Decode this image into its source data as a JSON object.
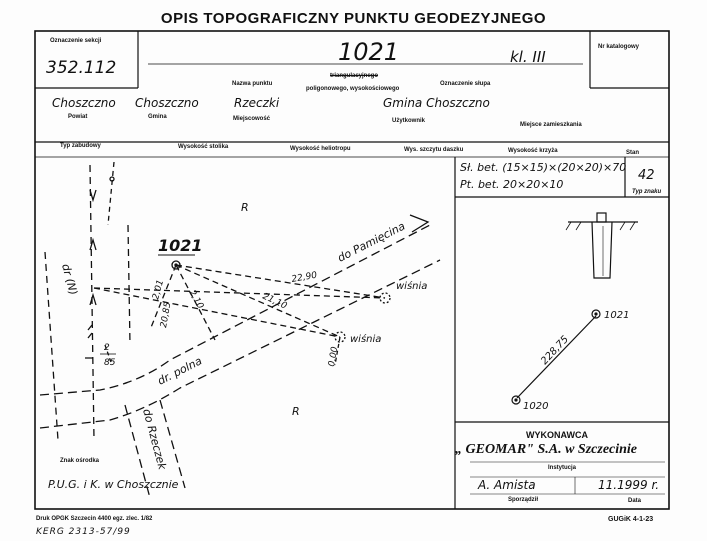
{
  "title": "OPIS TOPOGRAFICZNY PUNKTU GEODEZYJNEGO",
  "header": {
    "sekcja_label": "Oznaczenie sekcji",
    "sekcja_value": "352.112",
    "point_number": "1021",
    "klasa": "kl. III",
    "katalog_label": "Nr katalogowy",
    "nazwa_punktu_label": "Nazwa punktu",
    "triangulacyjnego": "triangulacyjnego",
    "poligonowego": "poligonowego, wysokościowego",
    "oznaczenie_slupa_label": "Oznaczenie słupa"
  },
  "location": {
    "powiat_label": "Powiat",
    "powiat_value": "Choszczno",
    "gmina_label": "Gmina",
    "gmina_value": "Choszczno",
    "miejscowosc_label": "Miejscowość",
    "miejscowosc_value": "Rzeczki",
    "uzytkownik_label": "Użytkownik",
    "uzytkownik_value": "Gmina Choszczno",
    "miejsce_label": "Miejsce zamieszkania"
  },
  "row3": {
    "typ_zabudowy": "Typ zabudowy",
    "wys_stolika": "Wysokość stolika",
    "wys_heliotropu": "Wysokość heliotropu",
    "wys_szczytu": "Wys. szczytu daszku",
    "wys_krzyza": "Wysokość krzyża",
    "stan": "Stan"
  },
  "right_panel": {
    "sl_bet": "Sł. bet. (15×15)×(20×20)×70",
    "pt_bet": "Pt. bet. 20×20×10",
    "typ_znaku_value": "42",
    "typ_znaku_label": "Typ znaku",
    "diagram": {
      "point_a": "1021",
      "point_b": "1020",
      "distance": "228,75"
    }
  },
  "map": {
    "point": "1021",
    "area_r1": "R",
    "area_r2": "R",
    "road_pamiecina": "do Pamięcina",
    "road_polna": "dr. polna",
    "road_rzeczek": "do Rzeczek",
    "road_n": "dr (N)",
    "tree1": "wiśnia",
    "tree2": "wiśnia",
    "d1": "2,01",
    "d2": "2,10",
    "d3": "20,85",
    "d4": "22,90",
    "d5": "21,10",
    "d6": "0,00",
    "d7_top": "2",
    "d7_bottom": "85"
  },
  "bottom": {
    "znak_label": "Znak ośrodka",
    "znak_value": "P.U.G. i K. w Choszcznie",
    "wykonawca": "WYKONAWCA",
    "firma": "„ GEOMAR\" S.A. w Szczecinie",
    "instytucja": "Instytucja",
    "sporzadzil_value": "A. Amista",
    "data_value": "11.1999 r.",
    "sporzadzil_label": "Sporządził",
    "data_label": "Data"
  },
  "footer": {
    "druk": "Druk OPGK Szczecin 4400 egz. zlec. 1/82",
    "kerg": "KERG  2313-57/99",
    "gugik": "GUGiK 4-1-23"
  }
}
